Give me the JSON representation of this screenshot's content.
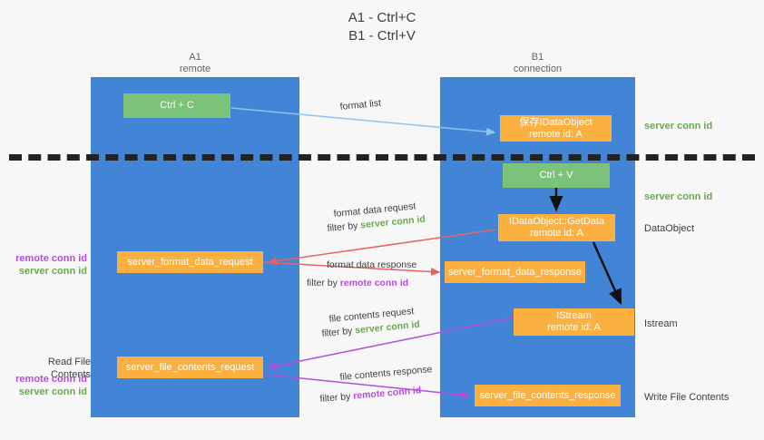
{
  "title": "A1 - Ctrl+C\nB1 - Ctrl+V",
  "lanes": [
    {
      "name": "A1",
      "sub": "remote",
      "header": "A1\nremote"
    },
    {
      "name": "B1",
      "sub": "connection",
      "header": "B1\nconnection"
    }
  ],
  "boxes": {
    "ctrl_c": "Ctrl + C",
    "ctrl_v": "Ctrl + V",
    "idataobject": "保存IDataObject\nremote id: A",
    "getdata": "IDataObject::GetData\nremote id: A",
    "istream": "IStream\nremote id: A",
    "server_format_data_request": "server_format_data_request",
    "server_format_data_response": "server_format_data_response",
    "server_file_contents_request": "server_file_contents_request",
    "server_file_contents_response": "server_file_contents_response"
  },
  "edge_labels": {
    "format_list": "format list",
    "format_data_request": "format data request",
    "format_data_request_filter_prefix": "filter by ",
    "format_data_request_filter_value": "server conn id",
    "format_data_response": "format data response",
    "format_data_response_filter_prefix": "filter by ",
    "format_data_response_filter_value": "remote conn id",
    "file_contents_request": "file contents request",
    "file_contents_request_filter_prefix": "filter by ",
    "file_contents_request_filter_value": "server conn id",
    "file_contents_response": "file contents response",
    "file_contents_response_filter_prefix": "filter by ",
    "file_contents_response_filter_value": "remote conn id"
  },
  "side_labels": {
    "right_server_conn_id_top": "server conn id",
    "right_server_conn_id_mid": "server conn id",
    "right_dataobject": "DataObject",
    "right_istream": "Istream",
    "right_write_file_contents": "Write File Contents",
    "left_remote_conn_id_top": "remote conn id",
    "left_server_conn_id_top": "server conn id",
    "left_read_file_contents": "Read File Contents",
    "left_remote_conn_id_bottom": "remote conn id",
    "left_server_conn_id_bottom": "server conn id"
  },
  "colors": {
    "background": "#f7f7f7",
    "lane": "#4285d6",
    "green_box": "#7bc27b",
    "orange_box": "#fbb040",
    "divider": "#222222",
    "green_text": "#6aa84f",
    "purple_text": "#b34fd6",
    "arrow_lightblue": "#8fc4f0",
    "arrow_red": "#e8635f",
    "arrow_purple": "#b34fd6",
    "arrow_black": "#111111"
  }
}
